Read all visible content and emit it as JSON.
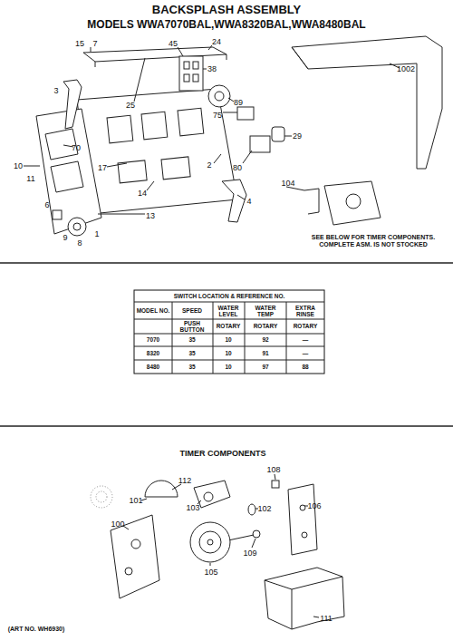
{
  "diagram": {
    "title": "BACKSPLASH ASSEMBLY",
    "labels": [
      "MODELS WWA7070BAL,WWA8320BAL,WWA8480BAL",
      "15",
      "7",
      "45",
      "38",
      "24",
      "1002",
      "25",
      "3",
      "70",
      "17",
      "2",
      "4",
      "14",
      "13",
      "10",
      "11",
      "6",
      "8",
      "9",
      "1",
      "89",
      "75",
      "29",
      "80",
      "104",
      "SEE BELOW FOR TIMER COMPONENTS. COMPLETE ASM. IS NOT STOCKED",
      "SWITCH LOCATION & REFERENCE NO.",
      "MODEL NO.",
      "SPEED",
      "WATER LEVEL",
      "WATER TEMP",
      "EXTRA RINSE",
      "PUSH BUTTON",
      "ROTARY",
      "ROTARY",
      "ROTARY",
      "7070",
      "35",
      "10",
      "92",
      "—",
      "8320",
      "35",
      "10",
      "91",
      "—",
      "8480",
      "35",
      "10",
      "97",
      "88",
      "TIMER COMPONENTS",
      "112",
      "101",
      "103",
      "108",
      "102",
      "100",
      "106",
      "105",
      "109",
      "111",
      "(ART NO. WH6930)"
    ]
  }
}
